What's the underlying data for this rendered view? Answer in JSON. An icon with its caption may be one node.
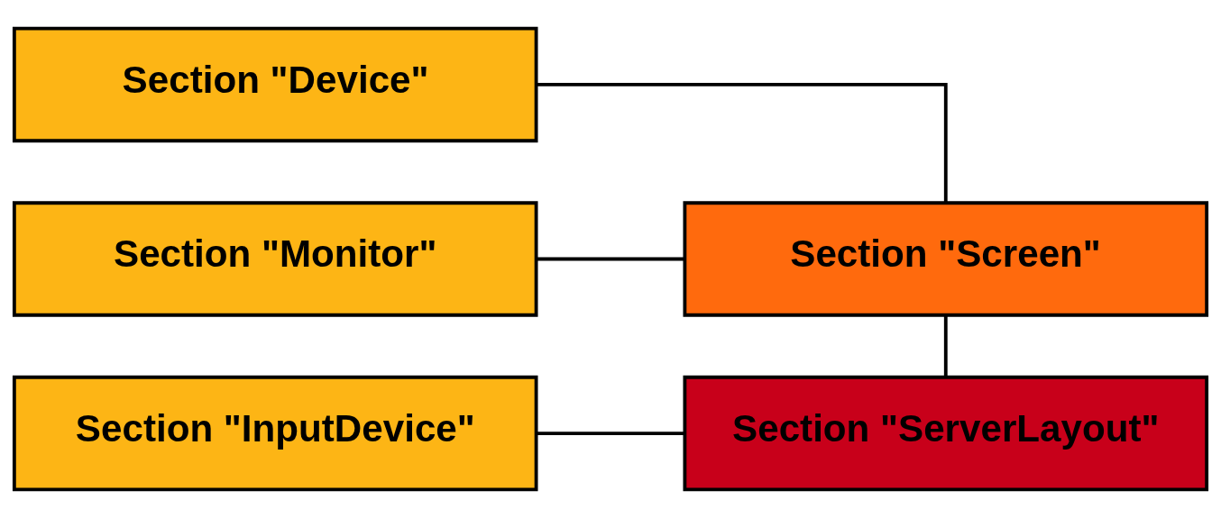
{
  "diagram": {
    "nodes": [
      {
        "text": [
          "Section \"Device\""
        ]
      },
      {
        "text": [
          "Section \"Monitor\""
        ]
      },
      {
        "text": [
          "Section \"Screen\""
        ]
      },
      {
        "text": [
          "Section \"ServerLayout\""
        ]
      },
      {
        "text": [
          "Section \"InputDevice\""
        ]
      }
    ],
    "edges": [
      {
        "from": 0,
        "to": 2,
        "arrow": "none"
      },
      {
        "from": 1,
        "to": 2,
        "arrow": "none"
      },
      {
        "from": 2,
        "to": 3,
        "arrow": "none"
      },
      {
        "from": 4,
        "to": 3,
        "arrow": "none"
      }
    ]
  }
}
